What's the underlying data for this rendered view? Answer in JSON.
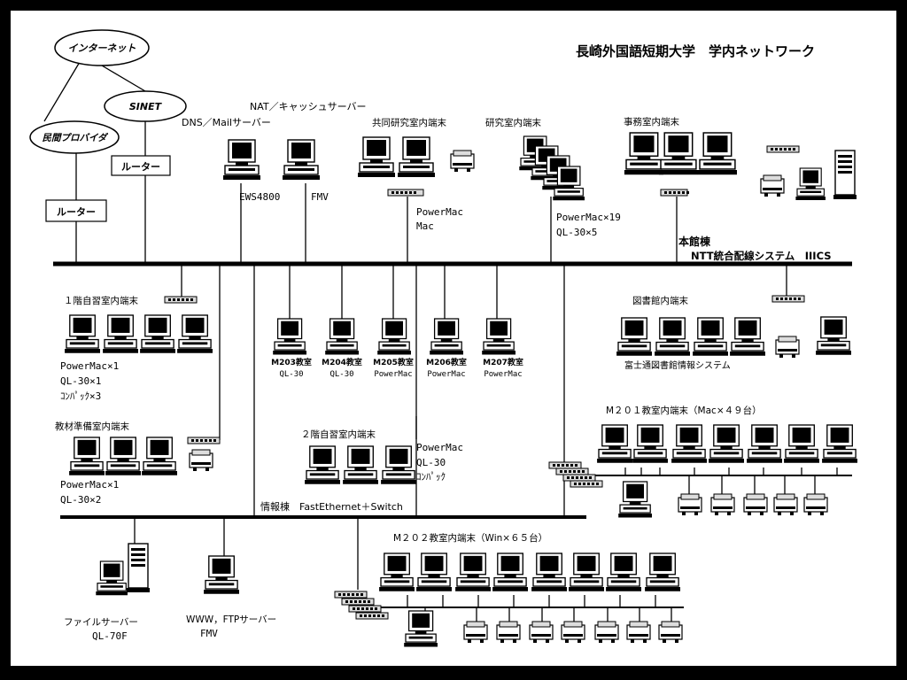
{
  "title": "長崎外国語短期大学　学内ネットワーク",
  "clouds": {
    "internet": "インターネット",
    "sinet": "SINET",
    "provider": "民間プロバイダ"
  },
  "routers": {
    "r1": "ルーター",
    "r2": "ルーター"
  },
  "top": {
    "nat": "NAT／キャッシュサーバー",
    "dns": "DNS／Mailサーバー",
    "ews": "EWS4800",
    "fmv": "FMV",
    "kyodo": "共同研究室内端末",
    "kyodo_pm": "PowerMac",
    "kyodo_mac": "Mac",
    "kenkyu": "研究室内端末",
    "kenkyu_pm": "PowerMac×19",
    "kenkyu_ql": "QL-30×5",
    "jimu": "事務室内端末",
    "honkan": "本館棟",
    "ntt": "NTT統合配線システム　IIICS"
  },
  "rooms": {
    "jishu1": "１階自習室内端末",
    "jishu1_l1": "PowerMac×1",
    "jishu1_l2": "QL-30×1",
    "jishu1_l3": "ｺﾝﾊﾟｯｸ×3",
    "kyozai": "教材準備室内端末",
    "kyozai_l1": "PowerMac×1",
    "kyozai_l2": "QL-30×2",
    "m203": "M203教室",
    "m203s": "QL-30",
    "m204": "M204教室",
    "m204s": "QL-30",
    "m205": "M205教室",
    "m205s": "PowerMac",
    "m206": "M206教室",
    "m206s": "PowerMac",
    "m207": "M207教室",
    "m207s": "PowerMac",
    "toshokan": "図書館内端末",
    "fujitsu": "富士通図書館情報システム",
    "jishu2": "２階自習室内端末",
    "jishu2_l1": "PowerMac",
    "jishu2_l2": "QL-30",
    "jishu2_l3": "ｺﾝﾊﾟｯｸ",
    "m201": "M２０１教室内端末（Mac×４９台）",
    "johokan": "情報棟　FastEthernet＋Switch",
    "m202": "M２０２教室内端末（Win×６５台）",
    "fileserver": "ファイルサーバー",
    "fileserver_model": "QL-70F",
    "www": "WWW，FTPサーバー",
    "www_model": "FMV"
  }
}
